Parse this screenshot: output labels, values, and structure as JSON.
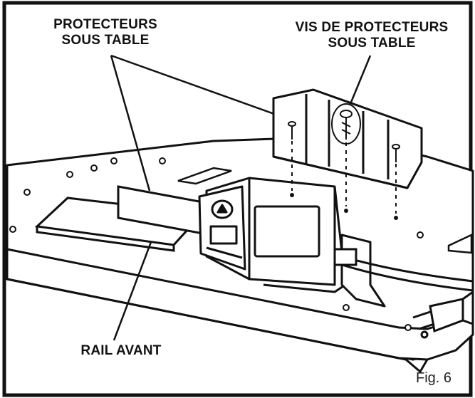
{
  "labels": {
    "guards": {
      "line1": "PROTECTEURS",
      "line2": "SOUS TABLE"
    },
    "screws": {
      "line1": "VIS DE PROTECTEURS",
      "line2": "SOUS TABLE"
    },
    "front_rail": "RAIL AVANT",
    "fig": "Fig. 6"
  },
  "colors": {
    "ink": "#111111",
    "paper": "#ffffff"
  }
}
